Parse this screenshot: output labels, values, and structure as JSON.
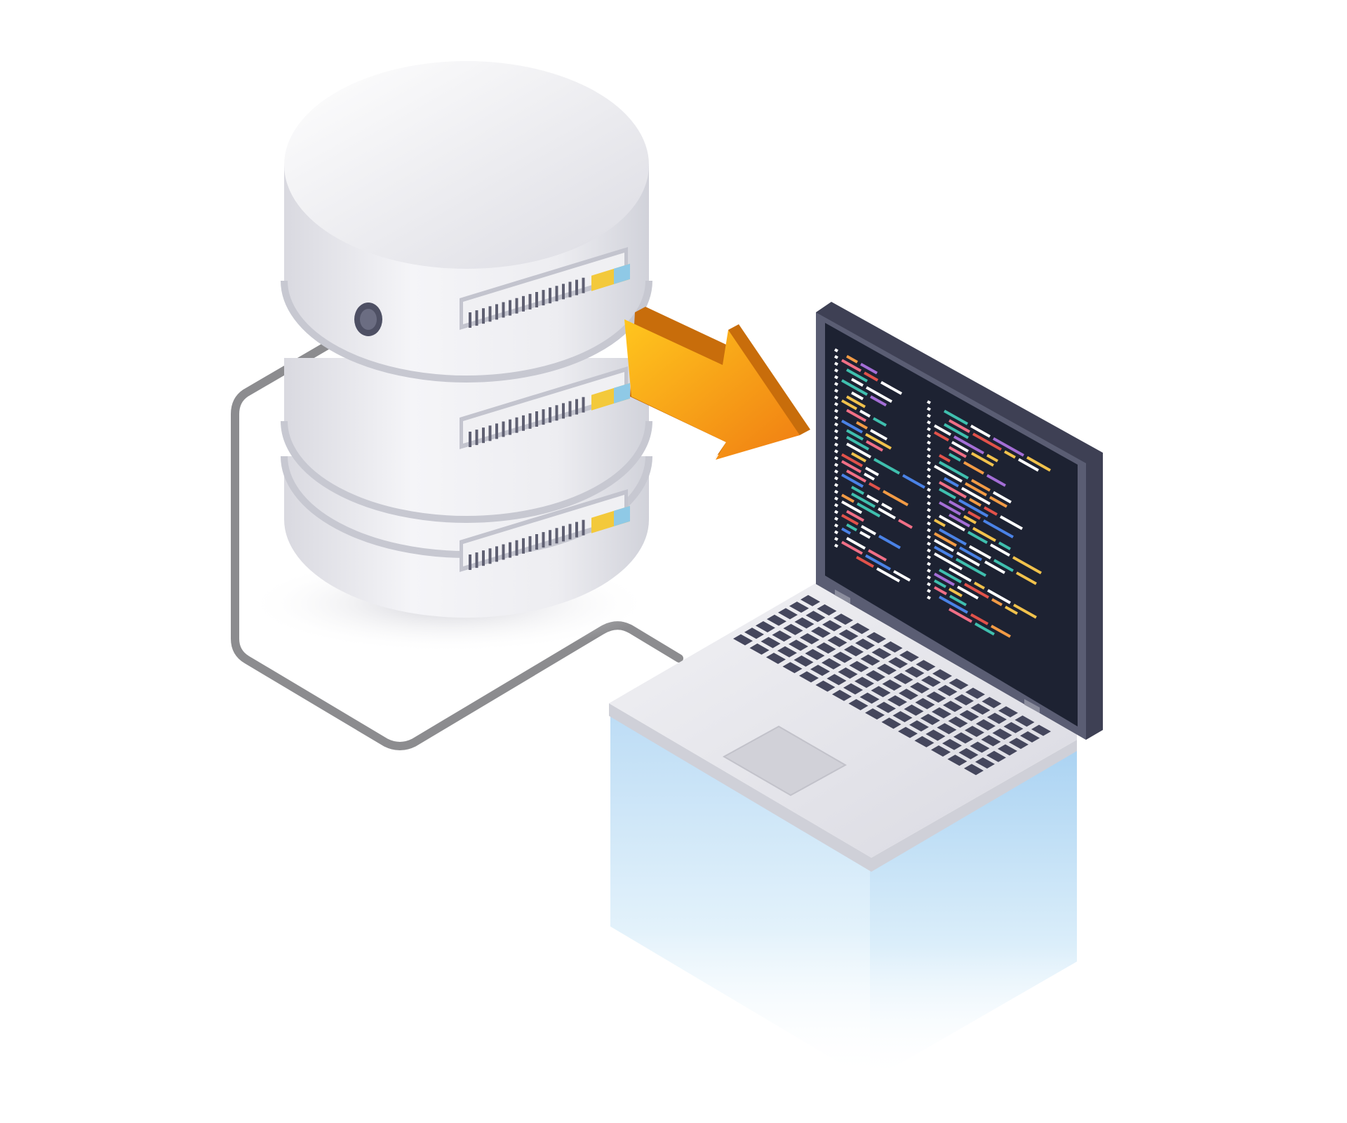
{
  "illustration": {
    "objects": [
      "database-server",
      "laptop",
      "data-transfer-arrow",
      "network-cable",
      "glowing-pedestal"
    ],
    "database": {
      "disk_count": 3
    },
    "laptop": {
      "screen_content": "code-editor",
      "code_columns": 2
    }
  },
  "colors": {
    "background": "#ffffff",
    "server_body": "#e7e7ec",
    "server_shadow": "#c9cad3",
    "vent": "#5f6072",
    "led_yellow": "#f3c93b",
    "led_blue": "#8fc9e6",
    "arrow_light": "#ffc21d",
    "arrow_dark": "#f08a12",
    "arrow_side": "#c86d0b",
    "cable": "#8c8c8f",
    "screen_frame": "#5a5d73",
    "screen_bg": "#1d2232",
    "keyboard_base": "#e6e6ec",
    "key": "#45475d",
    "pedestal_blue": "#bfe0f7",
    "code_white": "#ffffff",
    "code_teal": "#3fbfae",
    "code_orange": "#f29b45",
    "code_yellow": "#f1c24c",
    "code_pink": "#f06f86",
    "code_purple": "#a46ed6",
    "code_blue": "#4a82e6",
    "code_red": "#e1524a"
  }
}
